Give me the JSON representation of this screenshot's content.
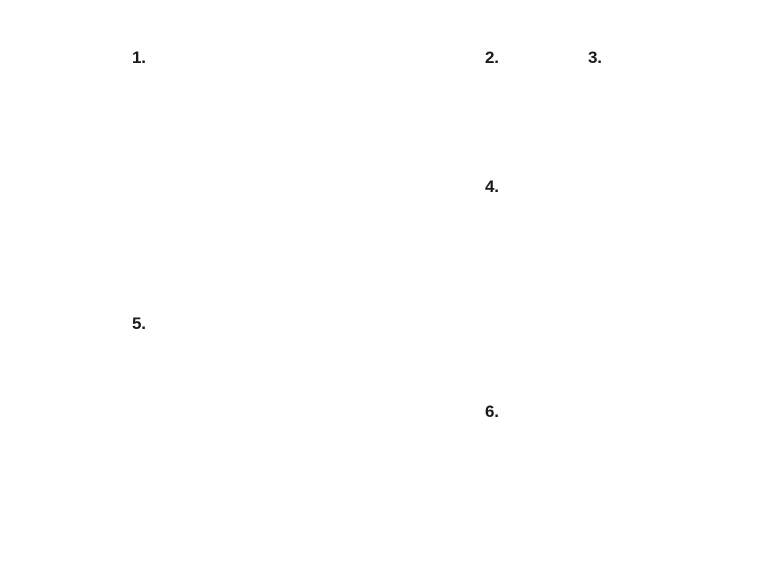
{
  "labels": [
    {
      "text": "1."
    },
    {
      "text": "2."
    },
    {
      "text": "3."
    },
    {
      "text": "4."
    },
    {
      "text": "5."
    },
    {
      "text": "6."
    }
  ]
}
